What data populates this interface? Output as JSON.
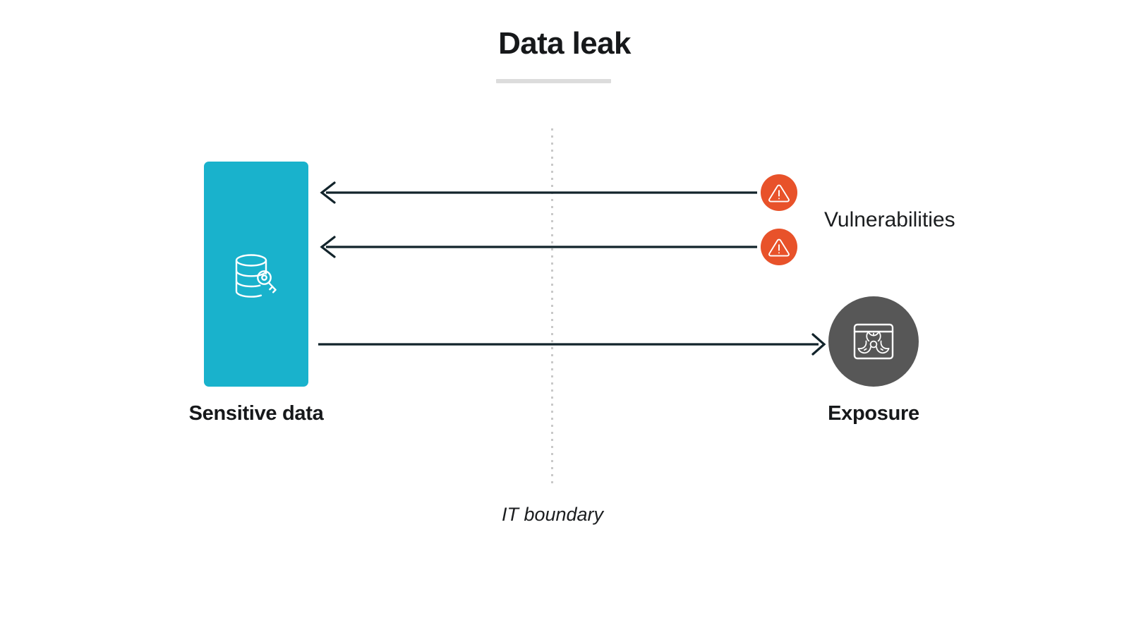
{
  "diagram": {
    "title": "Data leak",
    "boundary_label": "IT boundary",
    "accent_teal": "#19b2cc",
    "accent_orange": "#e8522a",
    "accent_gray": "#575757",
    "line_color": "#12242b",
    "rule_color": "#dcdcdc"
  },
  "nodes": {
    "sensitive_data": {
      "label": "Sensitive data",
      "icon": "database-key-icon",
      "side": "inside"
    },
    "vulnerabilities": {
      "label": "Vulnerabilities",
      "icon": "warning-triangle-icon",
      "count": 2,
      "side": "outside"
    },
    "exposure": {
      "label": "Exposure",
      "icon": "browser-biohazard-icon",
      "side": "outside"
    }
  },
  "flows": [
    {
      "name": "vulnerability-inbound-1",
      "direction": "left",
      "from": "vulnerabilities",
      "to": "sensitive_data"
    },
    {
      "name": "vulnerability-inbound-2",
      "direction": "left",
      "from": "vulnerabilities",
      "to": "sensitive_data"
    },
    {
      "name": "data-outbound",
      "direction": "right",
      "from": "sensitive_data",
      "to": "exposure"
    }
  ]
}
